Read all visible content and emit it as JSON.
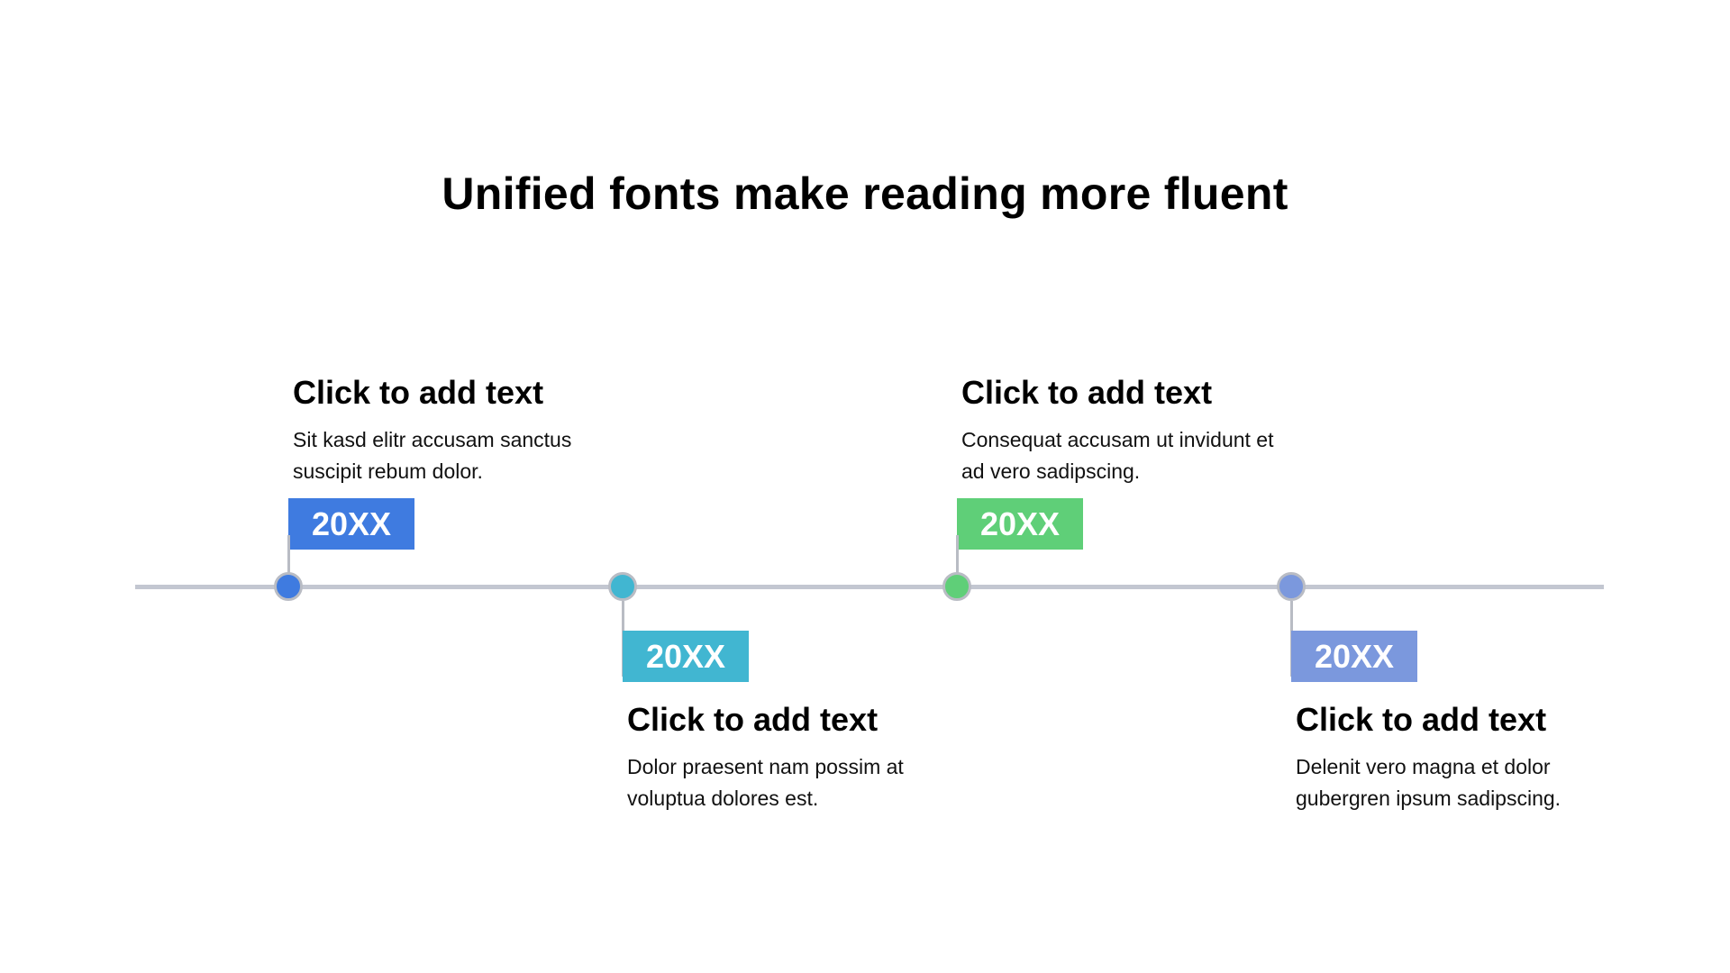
{
  "title": "Unified fonts make reading more fluent",
  "milestones": [
    {
      "year": "20XX",
      "heading": "Click to add text",
      "text": "Sit kasd elitr accusam sanctus suscipit rebum dolor.",
      "position": "above",
      "color": "#3f7be0"
    },
    {
      "year": "20XX",
      "heading": "Click to add text",
      "text": "Dolor praesent nam possim at voluptua dolores est.",
      "position": "below",
      "color": "#41b6d1"
    },
    {
      "year": "20XX",
      "heading": "Click to add text",
      "text": "Consequat accusam ut invidunt et ad vero sadipscing.",
      "position": "above",
      "color": "#5fcf78"
    },
    {
      "year": "20XX",
      "heading": "Click to add text",
      "text": "Delenit vero magna et dolor gubergren ipsum sadipscing.",
      "position": "below",
      "color": "#7b98dd"
    }
  ],
  "colors": {
    "axis": "#c3c7d1",
    "connector": "#b9bcc4"
  }
}
